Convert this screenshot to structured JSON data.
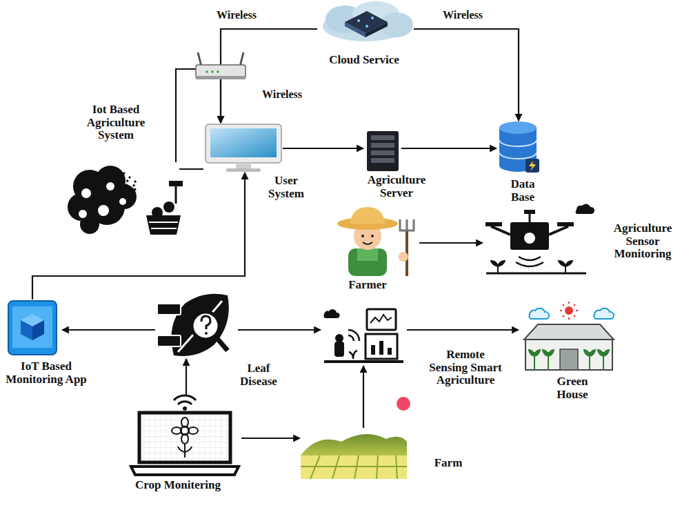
{
  "diagram": {
    "nodes": [
      {
        "text": [
          "Cloud Service"
        ]
      },
      {
        "text": [
          "Iot Based Agriculture System"
        ]
      },
      {
        "text": [
          "User System"
        ]
      },
      {
        "text": [
          "Agriculture Server"
        ]
      },
      {
        "text": [
          "Data Base"
        ]
      },
      {
        "text": [
          "Farmer"
        ]
      },
      {
        "text": [
          "Agriculture Sensor Monitoring"
        ]
      },
      {
        "text": [
          "IoT Based Monitoring App"
        ]
      },
      {
        "text": [
          "Leaf Disease"
        ]
      },
      {
        "text": [
          "Remote Sensing Smart Agriculture"
        ]
      },
      {
        "text": [
          "Green House"
        ]
      },
      {
        "text": [
          "Crop Monitering"
        ]
      },
      {
        "text": [
          "Farm"
        ]
      }
    ],
    "edges": [
      {
        "from": 0,
        "to": 2,
        "arrow": "to",
        "label": "Wireless"
      },
      {
        "from": 0,
        "to": 4,
        "arrow": "to",
        "label": "Wireless"
      },
      {
        "from": 1,
        "to": 2,
        "arrow": "to"
      },
      {
        "from": 2,
        "to": 1,
        "arrow": "none"
      },
      {
        "from": 2,
        "to": 3,
        "arrow": "to"
      },
      {
        "from": 3,
        "to": 4,
        "arrow": "to"
      },
      {
        "from": 5,
        "to": 6,
        "arrow": "to"
      },
      {
        "from": 7,
        "to": 2,
        "arrow": "to"
      },
      {
        "from": 8,
        "to": 7,
        "arrow": "to"
      },
      {
        "from": 8,
        "to": 9,
        "arrow": "to"
      },
      {
        "from": 9,
        "to": 10,
        "arrow": "to"
      },
      {
        "from": 11,
        "to": 8,
        "arrow": "to"
      },
      {
        "from": 11,
        "to": 12,
        "arrow": "to"
      },
      {
        "from": 12,
        "to": 9,
        "arrow": "to"
      }
    ],
    "labels": [
      "Wireless"
    ]
  }
}
